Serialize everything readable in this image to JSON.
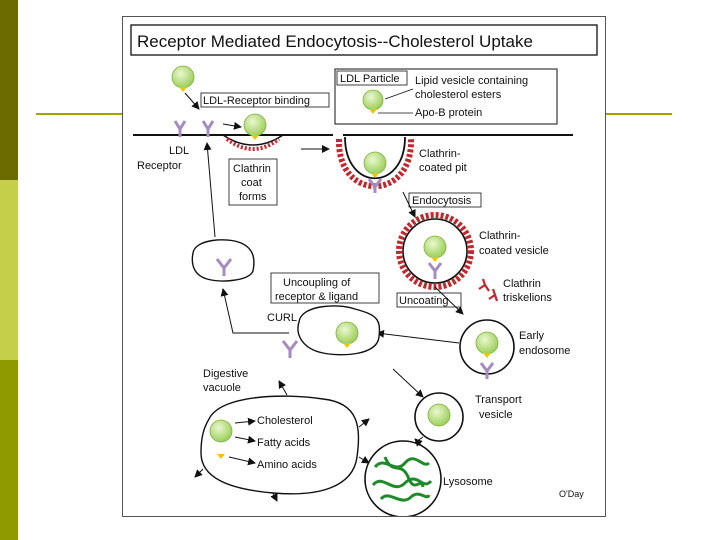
{
  "colors": {
    "sidebar_dark": "#6b6b00",
    "sidebar_light": "#c6cf4a",
    "sidebar_mid": "#8f9a00",
    "rule": "#a6a300",
    "clathrin": "#c0282d",
    "vesicle": "#b7e27a",
    "receptor": "#a58bc0",
    "lysosome": "#1f8a2a"
  },
  "diagram": {
    "title": "Receptor Mediated Endocytosis--Cholesterol Uptake",
    "legend_title": "LDL Particle",
    "legend_lipid_1": "Lipid vesicle containing",
    "legend_lipid_2": "cholesterol esters",
    "legend_apob": "Apo-B protein",
    "ldl_receptor_binding": "LDL-Receptor binding",
    "ldl_receptor_1": "LDL",
    "ldl_receptor_2": "Receptor",
    "clathrin_coat_1": "Clathrin",
    "clathrin_coat_2": "coat",
    "clathrin_coat_3": "forms",
    "coated_pit_1": "Clathrin-",
    "coated_pit_2": "coated pit",
    "endocytosis": "Endocytosis",
    "coated_vesicle_1": "Clathrin-",
    "coated_vesicle_2": "coated vesicle",
    "triskelions_1": "Clathrin",
    "triskelions_2": "triskelions",
    "uncoating": "Uncoating",
    "uncoupling_1": "Uncoupling of",
    "uncoupling_2": "receptor & ligand",
    "curl": "CURL",
    "early_endosome_1": "Early",
    "early_endosome_2": "endosome",
    "transport_vesicle_1": "Transport",
    "transport_vesicle_2": "vesicle",
    "digestive_vacuole_1": "Digestive",
    "digestive_vacuole_2": "vacuole",
    "cholesterol": "Cholesterol",
    "fatty_acids": "Fatty acids",
    "amino_acids": "Amino acids",
    "lysosome": "Lysosome",
    "credit": "O'Day"
  }
}
